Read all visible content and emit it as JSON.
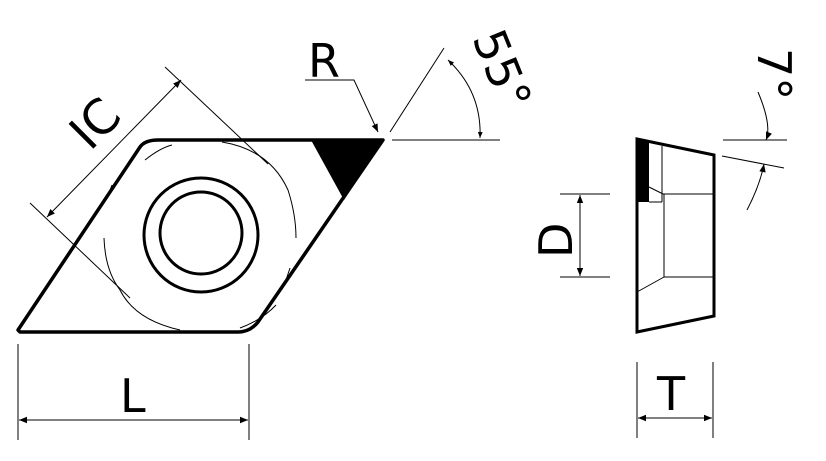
{
  "labels": {
    "ic": "IC",
    "r": "R",
    "angle_nose": "55°",
    "l": "L",
    "d": "D",
    "t": "T",
    "angle_clearance": "7°"
  },
  "colors": {
    "line": "#000000",
    "background": "#ffffff"
  }
}
